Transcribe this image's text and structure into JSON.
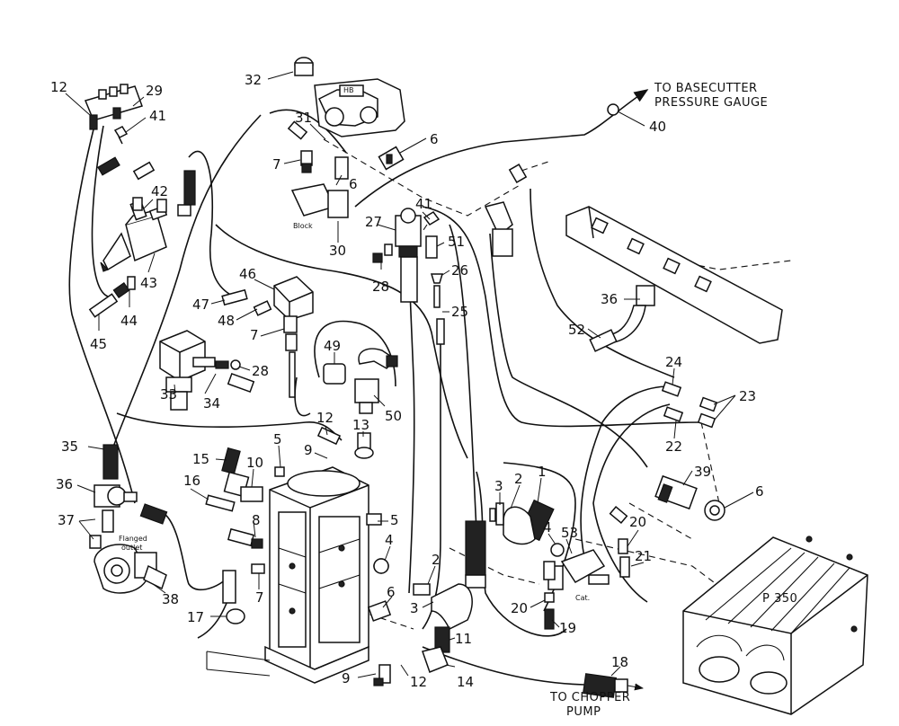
{
  "diagram": {
    "labels": {
      "basecutter_line1": "TO BASECUTTER",
      "basecutter_line2": "PRESSURE GAUGE",
      "chopper_line1": "TO CHOPPER",
      "chopper_line2": "PUMP",
      "pump_model": "P 350"
    },
    "part_numbers": [
      {
        "id": "n12a",
        "text": "12"
      },
      {
        "id": "n29",
        "text": "29"
      },
      {
        "id": "n41a",
        "text": "41"
      },
      {
        "id": "n32",
        "text": "32"
      },
      {
        "id": "n31",
        "text": "31"
      },
      {
        "id": "n6a",
        "text": "6"
      },
      {
        "id": "n7a",
        "text": "7"
      },
      {
        "id": "n6b",
        "text": "6"
      },
      {
        "id": "n40",
        "text": "40"
      },
      {
        "id": "n42",
        "text": "42"
      },
      {
        "id": "n27",
        "text": "27"
      },
      {
        "id": "n41b",
        "text": "41"
      },
      {
        "id": "n30",
        "text": "30"
      },
      {
        "id": "n51",
        "text": "51"
      },
      {
        "id": "n28a",
        "text": "28"
      },
      {
        "id": "n26",
        "text": "26"
      },
      {
        "id": "n25",
        "text": "25"
      },
      {
        "id": "n43",
        "text": "43"
      },
      {
        "id": "n44",
        "text": "44"
      },
      {
        "id": "n45",
        "text": "45"
      },
      {
        "id": "n46",
        "text": "46"
      },
      {
        "id": "n47",
        "text": "47"
      },
      {
        "id": "n48",
        "text": "48"
      },
      {
        "id": "n7b",
        "text": "7"
      },
      {
        "id": "n36a",
        "text": "36"
      },
      {
        "id": "n52",
        "text": "52"
      },
      {
        "id": "n49",
        "text": "49"
      },
      {
        "id": "n28b",
        "text": "28"
      },
      {
        "id": "n33",
        "text": "33"
      },
      {
        "id": "n34",
        "text": "34"
      },
      {
        "id": "n50",
        "text": "50"
      },
      {
        "id": "n24",
        "text": "24"
      },
      {
        "id": "n23",
        "text": "23"
      },
      {
        "id": "n12b",
        "text": "12"
      },
      {
        "id": "n13",
        "text": "13"
      },
      {
        "id": "n22",
        "text": "22"
      },
      {
        "id": "n35",
        "text": "35"
      },
      {
        "id": "n5a",
        "text": "5"
      },
      {
        "id": "n9a",
        "text": "9"
      },
      {
        "id": "n15",
        "text": "15"
      },
      {
        "id": "n10",
        "text": "10"
      },
      {
        "id": "n3a",
        "text": "3"
      },
      {
        "id": "n2a",
        "text": "2"
      },
      {
        "id": "n1",
        "text": "1"
      },
      {
        "id": "n39",
        "text": "39"
      },
      {
        "id": "n6c",
        "text": "6"
      },
      {
        "id": "n16",
        "text": "16"
      },
      {
        "id": "n36b",
        "text": "36"
      },
      {
        "id": "n37",
        "text": "37"
      },
      {
        "id": "n8",
        "text": "8"
      },
      {
        "id": "n5b",
        "text": "5"
      },
      {
        "id": "n4a",
        "text": "4"
      },
      {
        "id": "n4b",
        "text": "4"
      },
      {
        "id": "n53",
        "text": "53"
      },
      {
        "id": "n20a",
        "text": "20"
      },
      {
        "id": "n21",
        "text": "21"
      },
      {
        "id": "n2b",
        "text": "2"
      },
      {
        "id": "n7c",
        "text": "7"
      },
      {
        "id": "n6d",
        "text": "6"
      },
      {
        "id": "n3b",
        "text": "3"
      },
      {
        "id": "n20b",
        "text": "20"
      },
      {
        "id": "n38",
        "text": "38"
      },
      {
        "id": "n17",
        "text": "17"
      },
      {
        "id": "n11",
        "text": "11"
      },
      {
        "id": "n19",
        "text": "19"
      },
      {
        "id": "n9b",
        "text": "9"
      },
      {
        "id": "n12c",
        "text": "12"
      },
      {
        "id": "n14",
        "text": "14"
      },
      {
        "id": "n18",
        "text": "18"
      }
    ]
  }
}
